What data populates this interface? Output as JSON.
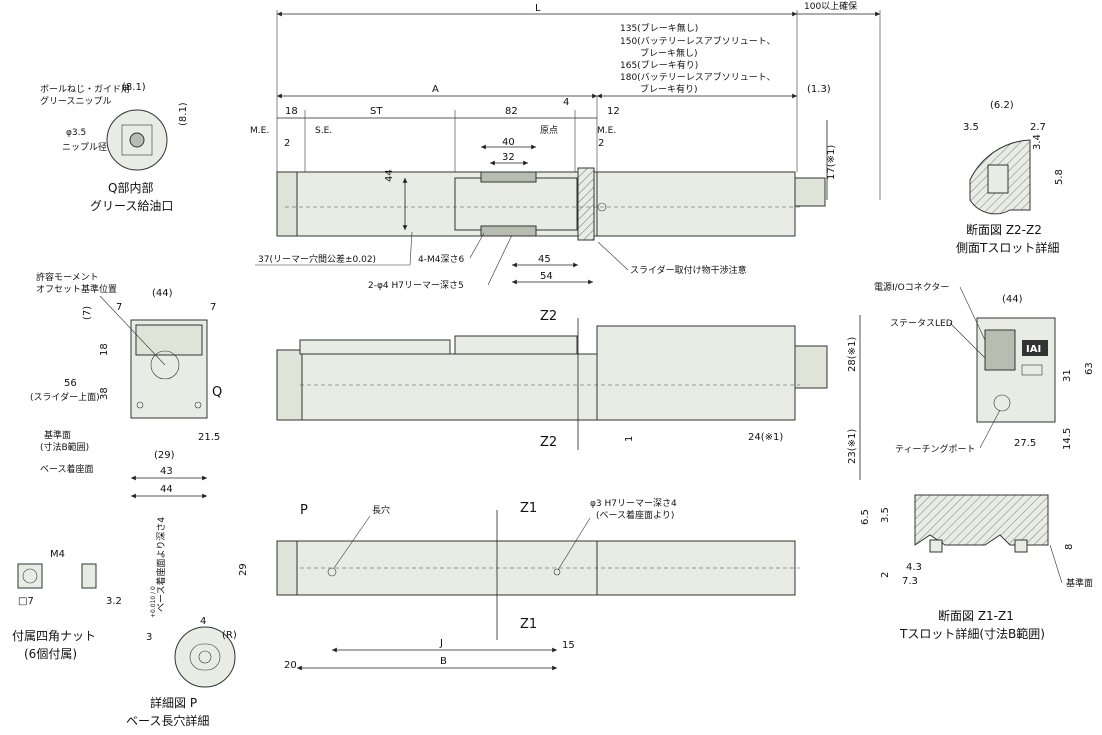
{
  "top_view": {
    "dims": {
      "L": "L",
      "clearance": "100以上確保",
      "motor_lengths": [
        "135(ブレーキ無し)",
        "150(バッテリーレスアブソリュート、",
        "ブレーキ無し)",
        "165(ブレーキ有り)",
        "180(バッテリーレスアブソリュート、",
        "ブレーキ有り)"
      ],
      "d_1_3": "(1.3)",
      "A": "A",
      "d18": "18",
      "ST": "ST",
      "d82": "82",
      "d4": "4",
      "d12": "12",
      "ME_left": "M.E.",
      "SE": "S.E.",
      "origin": "原点",
      "ME_right": "M.E.",
      "d2_left": "2",
      "d2_right": "2",
      "d40": "40",
      "d32": "32",
      "d44": "44",
      "d17": "17(※1)",
      "d45": "45",
      "d54": "54"
    },
    "notes": {
      "reamer_pitch": "37(リーマー穴間公差±0.02)",
      "tap": "4-M4深さ6",
      "reamer_holes": "2-φ4 H7リーマー深さ5",
      "slider_note": "スライダー取付け物干渉注意"
    }
  },
  "q_detail": {
    "title": "Q部内部",
    "subtitle": "グリース給油口",
    "label1": "ボールねじ・ガイド用",
    "label2": "グリースニップル",
    "d81a": "(8.1)",
    "d81b": "(8.1)",
    "nipple": "φ3.5",
    "nipple2": "ニップル径"
  },
  "z2_section": {
    "d62": "(6.2)",
    "d35": "3.5",
    "d27": "2.7",
    "d34": "3.4",
    "d58": "5.8",
    "title": "断面図 Z2-Z2",
    "subtitle": "側面Tスロット詳細"
  },
  "end_view": {
    "moment1": "許容モーメント",
    "moment2": "オフセット基準位置",
    "d44": "(44)",
    "d7a": "7",
    "d7b": "7",
    "d7c": "(7)",
    "d18": "18",
    "d38": "38",
    "d56": "56",
    "d56b": "(スライダー上面)",
    "Q": "Q",
    "base1": "基準面",
    "base2": "(寸法B範囲)",
    "seat": "ベース着座面",
    "d215": "21.5",
    "d29": "(29)",
    "d43": "43",
    "d44b": "44"
  },
  "side_view": {
    "Z2_top": "Z2",
    "Z2_bot": "Z2",
    "d28": "28(※1)",
    "d1": "1",
    "d24": "24(※1)",
    "d23": "23(※1)"
  },
  "connector_view": {
    "power": "電源I/Oコネクター",
    "status": "ステータスLED",
    "teach": "ティーチングポート",
    "d44": "(44)",
    "d31": "31",
    "d63": "63",
    "d275": "27.5",
    "d145": "14.5",
    "logo": "IAI"
  },
  "bottom_view": {
    "P": "P",
    "slot": "長穴",
    "Z1_top": "Z1",
    "Z1_bot": "Z1",
    "phi3a": "φ3 H7リーマー深さ4",
    "phi3b": "(ベース着座面より)",
    "d29": "29",
    "J": "J",
    "B": "B",
    "d20": "20",
    "d15": "15"
  },
  "z1_section": {
    "d65": "6.5",
    "d35": "3.5",
    "d8": "8",
    "d2": "2",
    "d43": "4.3",
    "d73": "7.3",
    "base": "基準面",
    "title": "断面図 Z1-Z1",
    "subtitle": "Tスロット詳細(寸法B範囲)"
  },
  "nut": {
    "M4": "M4",
    "sq7": "□7",
    "d32": "3.2",
    "title": "付属四角ナット",
    "subtitle": "(6個付属)"
  },
  "p_detail": {
    "d4": "4",
    "R": "(R)",
    "d3": "3",
    "tol": "+0.010 / 0",
    "depth": "ベース着座面より深さ4",
    "title": "詳細図 P",
    "subtitle": "ベース長穴詳細"
  }
}
